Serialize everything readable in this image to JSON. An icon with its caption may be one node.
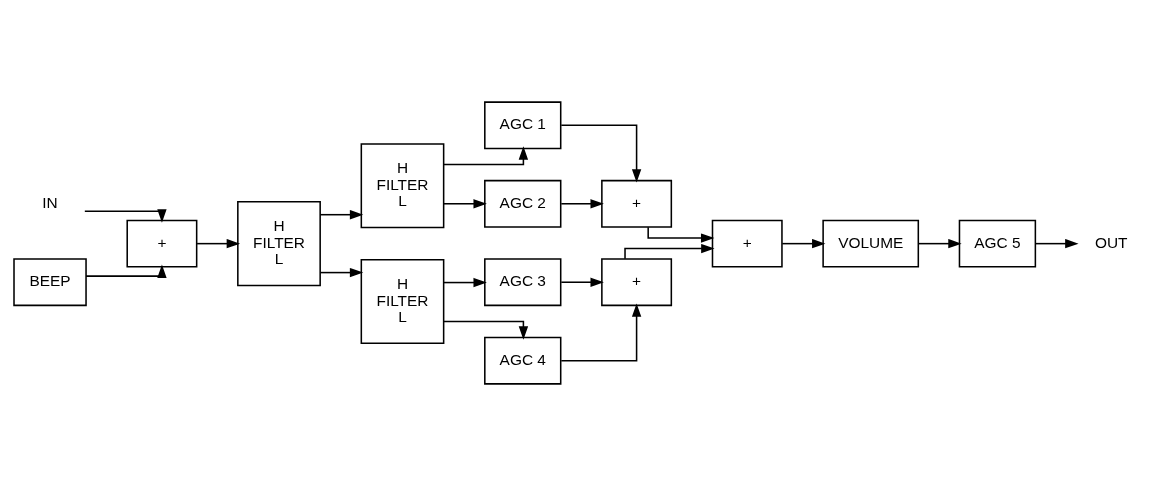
{
  "diagram": {
    "nodes": [
      {
        "text": [
          "IN"
        ]
      },
      {
        "text": [
          "BEEP"
        ]
      },
      {
        "text": [
          "+"
        ]
      },
      {
        "text": [
          "H",
          "FILTER",
          "L"
        ]
      },
      {
        "text": [
          "H",
          "FILTER",
          "L"
        ]
      },
      {
        "text": [
          "H",
          "FILTER",
          "L"
        ]
      },
      {
        "text": [
          "AGC 1"
        ]
      },
      {
        "text": [
          "AGC 2"
        ]
      },
      {
        "text": [
          "+"
        ]
      },
      {
        "text": [
          "AGC 3"
        ]
      },
      {
        "text": [
          "AGC 4"
        ]
      },
      {
        "text": [
          "+"
        ]
      },
      {
        "text": [
          "+"
        ]
      },
      {
        "text": [
          "VOLUME"
        ]
      },
      {
        "text": [
          "AGC 5"
        ]
      },
      {
        "text": [
          "OUT"
        ]
      }
    ],
    "edges": [
      {
        "from": 0,
        "to": 2,
        "arrow": "to"
      },
      {
        "from": 1,
        "to": 2,
        "arrow": "to"
      },
      {
        "from": 2,
        "to": 3,
        "arrow": "to"
      },
      {
        "from": 3,
        "to": 4,
        "arrow": "to"
      },
      {
        "from": 3,
        "to": 5,
        "arrow": "to"
      },
      {
        "from": 4,
        "to": 6,
        "arrow": "to"
      },
      {
        "from": 4,
        "to": 7,
        "arrow": "to"
      },
      {
        "from": 6,
        "to": 8,
        "arrow": "to"
      },
      {
        "from": 7,
        "to": 8,
        "arrow": "to"
      },
      {
        "from": 5,
        "to": 9,
        "arrow": "to"
      },
      {
        "from": 5,
        "to": 10,
        "arrow": "to"
      },
      {
        "from": 9,
        "to": 11,
        "arrow": "to"
      },
      {
        "from": 10,
        "to": 11,
        "arrow": "to"
      },
      {
        "from": 8,
        "to": 12,
        "arrow": "to"
      },
      {
        "from": 11,
        "to": 12,
        "arrow": "to"
      },
      {
        "from": 12,
        "to": 13,
        "arrow": "to"
      },
      {
        "from": 13,
        "to": 14,
        "arrow": "to"
      },
      {
        "from": 14,
        "to": 15,
        "arrow": "to"
      }
    ]
  }
}
